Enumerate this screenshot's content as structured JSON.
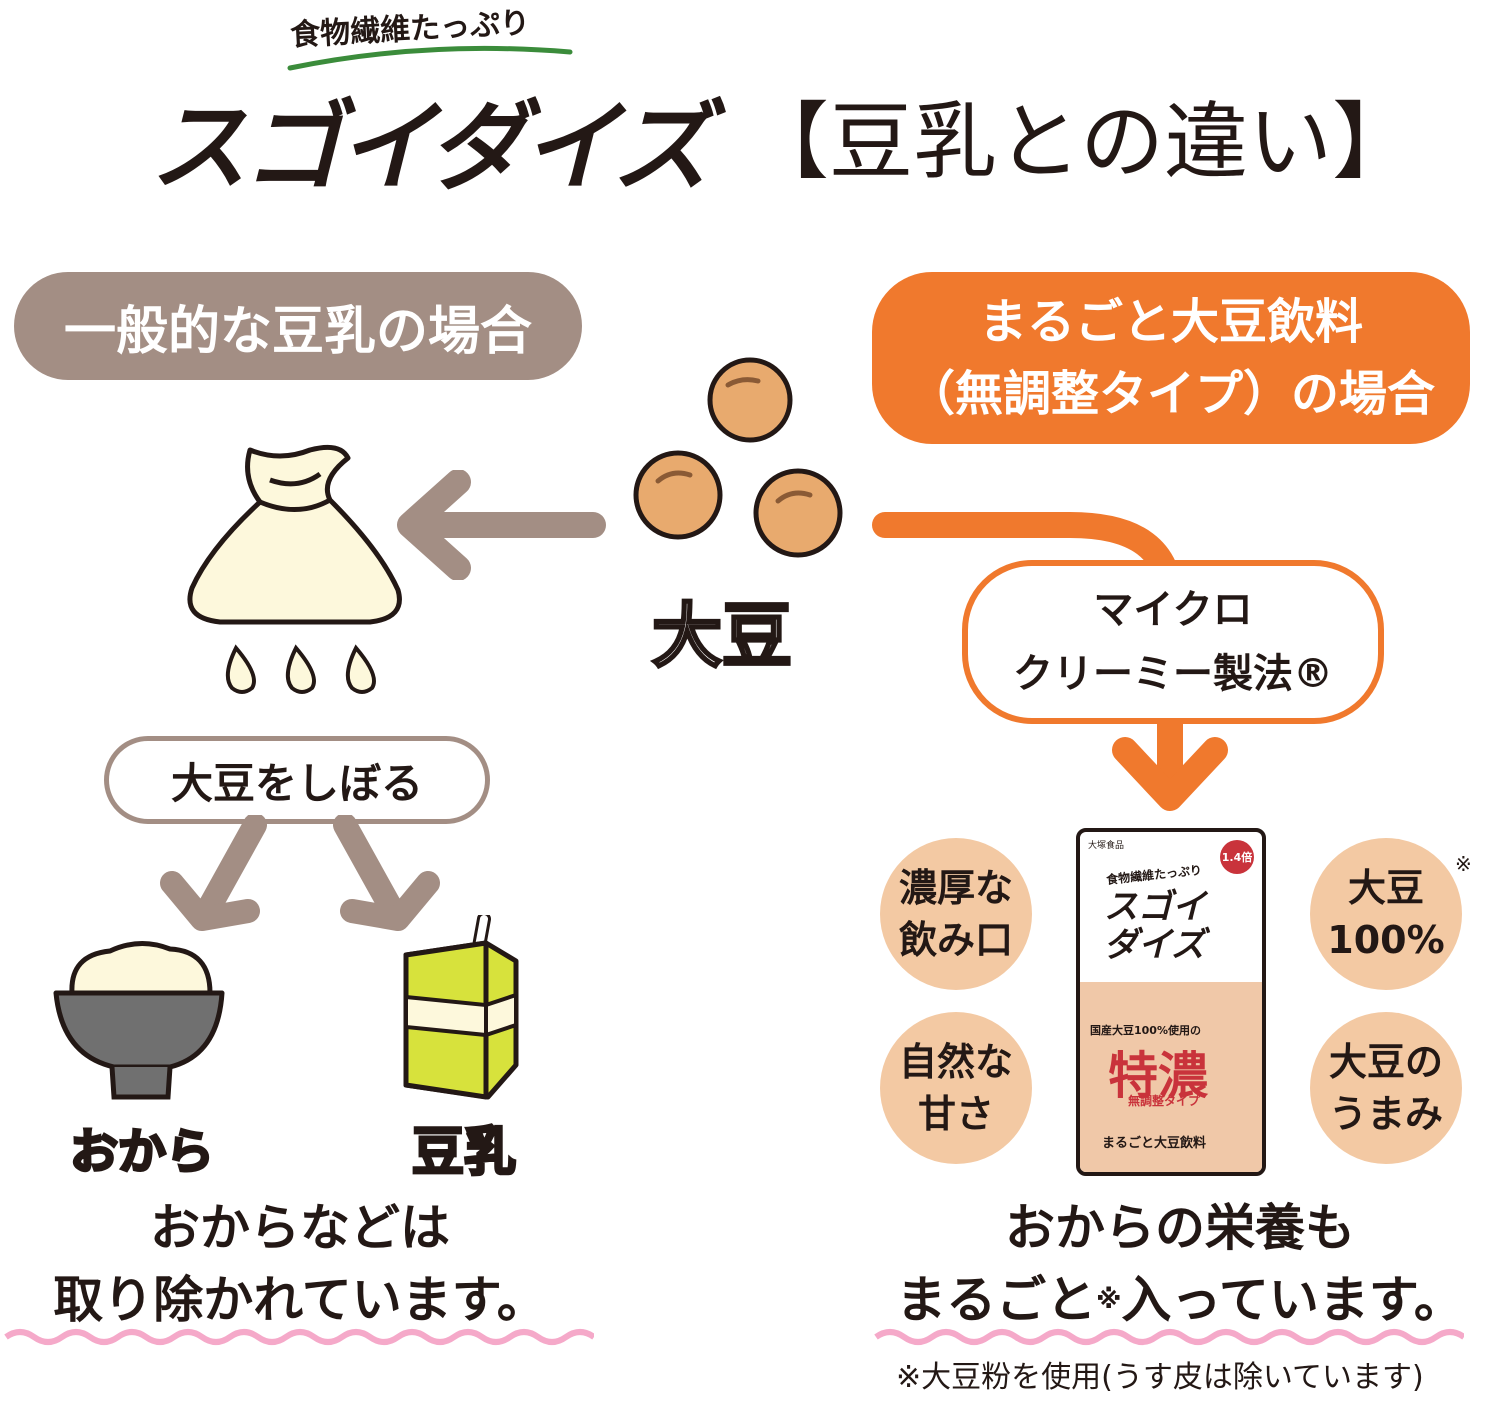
{
  "header": {
    "tagline": "食物繊維たっぷり",
    "brand": "スゴイダイズ",
    "title": "【豆乳との違い】"
  },
  "left": {
    "pill": "一般的な豆乳の場合",
    "step": "大豆をしぼる",
    "okara": "おから",
    "tonyu": "豆乳",
    "caption_line1": "おからなどは",
    "caption_line2": "取り除かれています。"
  },
  "center": {
    "soybean": "大豆"
  },
  "right": {
    "pill_line1": "まるごと大豆飲料",
    "pill_line2": "（無調整タイプ）の場合",
    "process_line1": "マイクロ",
    "process_line2": "クリーミー製法®",
    "features": [
      {
        "l1": "濃厚な",
        "l2": "飲み口"
      },
      {
        "l1": "自然な",
        "l2": "甘さ"
      },
      {
        "l1": "大豆",
        "l2": "100%"
      },
      {
        "l1": "大豆の",
        "l2": "うまみ"
      }
    ],
    "note_mark": "※",
    "caption_line1": "おからの栄養も",
    "caption_line2a": "まるごと",
    "caption_sup": "※",
    "caption_line2b": "入っています。",
    "footnote": "※大豆粉を使用(うす皮は除いています)"
  },
  "package": {
    "maker": "大塚食品",
    "badge": "1.4倍",
    "tagline": "食物繊維たっぷり",
    "name_line1": "スゴイ",
    "name_line2": "ダイズ",
    "subtitle": "国産大豆100%使用の",
    "main": "特濃",
    "type": "無調整タイプ",
    "footer": "まるごと大豆飲料"
  },
  "colors": {
    "orange": "#f0792d",
    "grey_brown": "#a38e84",
    "bean": "#e8aa6e",
    "peach": "#f3c9a3",
    "pink_wave": "#f5a9c9",
    "dark": "#231815"
  }
}
